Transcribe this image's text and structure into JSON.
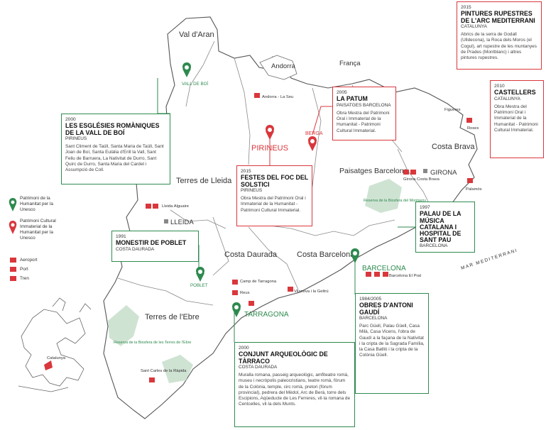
{
  "regions": {
    "val_daran": "Val d'Aran",
    "andorra": "Andorra",
    "franca": "França",
    "terres_lleida": "Terres de Lleida",
    "paisatges_barcelona": "Paisatges Barcelona",
    "costa_brava": "Costa Brava",
    "costa_daurada": "Costa Daurada",
    "costa_barcelona": "Costa Barcelona",
    "terres_ebre": "Terres de l'Ebre",
    "pirineus": "PIRINEUS",
    "mar": "MAR MEDITERRANI"
  },
  "cities": {
    "lleida": "LLEIDA",
    "girona": "GIRONA",
    "barcelona": "BARCELONA",
    "tarragona": "TARRAGONA",
    "berga": "BERGA",
    "vall_boi": "VALL DE BOÍ",
    "poblet": "POBLET"
  },
  "transport": {
    "andorra_seu": "Andorra - La Seu",
    "figueres": "Figueres",
    "roses": "Roses",
    "girona_cb": "Girona Costa Brava",
    "palamos": "Palamós",
    "lleida_alguaire": "Lleida Alguaire",
    "camp_tarragona": "Camp de Tarragona",
    "reus": "Reus",
    "vilanova": "Vilanova i la Geltrú",
    "barcelona_prat": "Barcelona El Prat",
    "sant_carles": "Sant Carles de la Ràpida"
  },
  "reserves": {
    "montseny": "Reserva de la Biosfera del Montseny",
    "ebre": "Reserva de la Biosfera de les Terres de l'Ebre"
  },
  "legend": {
    "unesco": "Patrimoni de la Humanitat per la Unesco",
    "immaterial": "Patrimoni Cultural Immaterial de la Humanitat per la Unesco",
    "airport": "Aeroport",
    "port": "Port",
    "train": "Tren"
  },
  "inset": {
    "label": "Catalunya"
  },
  "boxes": {
    "pintures": {
      "year": "2015",
      "title": "PINTURES RUPESTRES DE L'ARC MEDITERRANI",
      "sub": "CATALUNYA",
      "desc": "Abrics de la serra de Godall (Ulldecona), la Roca dels Moros (el Cogul), art rupestre de les muntanyes de Prades (Montblanc) i altres pintures rupestres."
    },
    "castellers": {
      "year": "2010",
      "title": "CASTELLERS",
      "sub": "CATALUNYA",
      "desc": "Obra Mestra del Patrimoni Oral i Immaterial de la Humanitat - Patrimoni Cultural Immaterial."
    },
    "patum": {
      "year": "2005",
      "title": "LA PATUM",
      "sub": "PAISATGES BARCELONA",
      "desc": "Obra Mestra del Patrimoni Oral i Immaterial de la Humanitat - Patrimoni Cultural Immaterial."
    },
    "esglesies": {
      "year": "2000",
      "title": "LES ESGLÉSIES ROMÀNIQUES DE LA VALL DE BOÍ",
      "sub": "PIRINEUS",
      "desc": "Sant Climent de Taüll, Santa Maria de Taüll, Sant Joan de Boí, Santa Eulàlia d'Erill la Vall, Sant Feliu de Barruera, La Nativitat de Durro, Sant Quirc de Durro, Santa Maria del Cardet i Assumpció de Coll."
    },
    "festes": {
      "year": "2015",
      "title": "FESTES DEL FOC DEL SOLSTICI",
      "sub": "PIRINEUS",
      "desc": "Obra Mestra del Patrimoni Oral i Immaterial de la Humanitat - Patrimoni Cultural Immaterial."
    },
    "palau": {
      "year": "1997",
      "title": "PALAU DE LA MÚSICA CATALANA I HOSPITAL DE SANT PAU",
      "sub": "BARCELONA",
      "desc": ""
    },
    "poblet": {
      "year": "1991",
      "title": "MONESTIR DE POBLET",
      "sub": "COSTA DAURADA",
      "desc": ""
    },
    "gaudi": {
      "year": "1984/2005",
      "title": "OBRES D'ANTONI GAUDÍ",
      "sub": "BARCELONA",
      "desc": "Parc Güell, Palau Güell, Casa Milà, Casa Vicens, l'obra de Gaudí a la façana de la Nativitat i la cripta de la Sagrada Família, la Casa Batlló i la cripta de la Colònia Güell."
    },
    "tarraco": {
      "year": "2000",
      "title": "CONJUNT ARQUEOLÒGIC DE TÀRRACO",
      "sub": "COSTA DAURADA",
      "desc": "Muralla romana, passeig arqueològic, amfiteatre romà, museu i necròpolis paleocristians, teatre romà, fòrum de la Colònia, temple, circ romà, pretori (fòrum provincial), pedrera del Mèdol, Arc de Berà, torre dels Escipions, Aqüeducte de Les Ferreres, vil·la romana de Centcelles, vil·la dels Munts."
    }
  },
  "colors": {
    "green": "#2e8a4f",
    "red": "#d9373c",
    "reserve": "#cfe3d3",
    "line": "#555555"
  }
}
